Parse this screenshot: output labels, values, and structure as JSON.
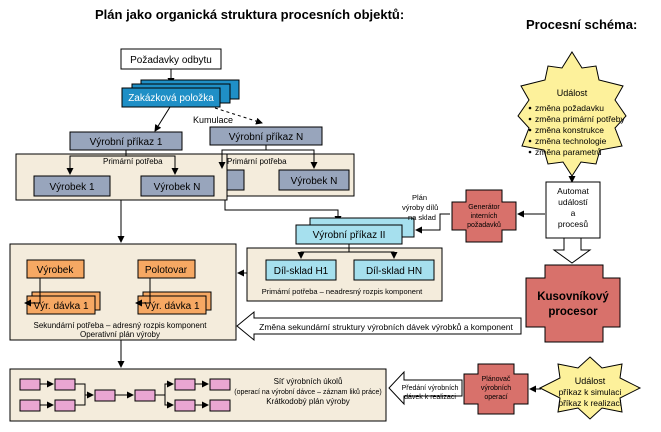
{
  "titles": {
    "main": "Plán jako organická struktura procesních objektů:",
    "side": "Procesní schéma:"
  },
  "boxes": {
    "pozadavky": "Požadavky odbytu",
    "zakazkova": "Zakázková položka",
    "kumulace": "Kumulace",
    "prikaz1": "Výrobní příkaz 1",
    "prikazN": "Výrobní příkaz N",
    "primarni_a": "Primární potřeba",
    "primarni_b": "Primární potřeba",
    "vyrobek1": "Výrobek 1",
    "vyrobekN_a": "Výrobek N",
    "vyrobekN_b": "Výrobek N",
    "prikazII": "Výrobní příkaz II",
    "dilH1": "Díl-sklad H1",
    "dilHN": "Díl-sklad HN",
    "primarni_adresa": "Primární potřeba – neadresný rozpis komponent",
    "vyrobek": "Výrobek",
    "polotovar": "Polotovar",
    "vyrdavka1_a": "Výr. dávka 1",
    "vyrdavka1_b": "Výr. dávka 1",
    "sekundarni_line1": "Sekundární potřeba – adresný rozpis komponent",
    "sekundarni_line2": "Operativní plán výroby",
    "sit_line1": "Síť výrobních úkolů",
    "sit_line2": "(operací na výrobní dávce – záznam liků práce)",
    "sit_line3": "Krátkodobý plán výroby",
    "plan_line1": "Plán",
    "plan_line2": "výroby dílů",
    "plan_line3": "na sklad",
    "generator_line1": "Generátor",
    "generator_line2": "interních",
    "generator_line3": "požadavků",
    "automat_line1": "Automat",
    "automat_line2": "událostí",
    "automat_line3": "a",
    "automat_line4": "procesů",
    "kusovnik_line1": "Kusovníkový",
    "kusovnik_line2": "procesor",
    "zmena_arrow": "Změna sekundární struktury výrobních dávek výrobků a komponent",
    "predani_line1": "Předání výrobních",
    "predani_line2": "dávek k realizaci",
    "planovac_line1": "Plánovač",
    "planovac_line2": "výrobních",
    "planovac_line3": "operací"
  },
  "event1": {
    "title": "Událost",
    "items": [
      "změna požadavku",
      "změna primární potřeby",
      "změna konstrukce",
      "změna technologie",
      "změna parametrů"
    ]
  },
  "event2": {
    "line1": "Událost",
    "line2": "příkaz k simulaci",
    "line3": "příkaz k realizaci"
  },
  "colors": {
    "blue_box": "#1f8fc6",
    "cyan_box": "#a6e0ee",
    "grey_box": "#98a5bc",
    "beige_panel": "#f4ecdc",
    "orange_box": "#f6a863",
    "pink_box": "#e9a6d2",
    "red_box": "#d8716b",
    "star_fill": "#fdf19b"
  }
}
